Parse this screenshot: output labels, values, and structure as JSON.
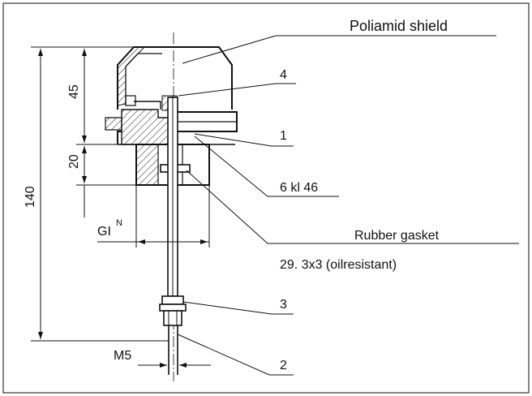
{
  "labels": {
    "title": "Poliamid shield",
    "part_4": "4",
    "part_1": "1",
    "part_6": "6 kl 46",
    "gasket": "Rubber gasket",
    "gasket_spec": "29. 3x3 (oilresistant)",
    "part_3": "3",
    "part_2": "2"
  },
  "dimensions": {
    "height_total": "140",
    "height_head": "45",
    "height_body": "20",
    "thread_main": "GI",
    "thread_main_sup": "N",
    "thread_tip": "M5"
  }
}
